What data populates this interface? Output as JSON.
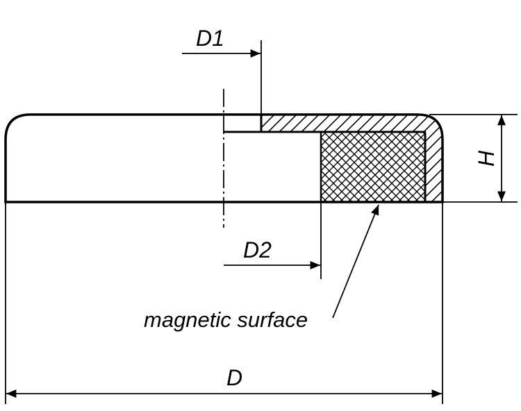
{
  "labels": {
    "d1": "D1",
    "d2": "D2",
    "h": "H",
    "d": "D",
    "magnetic_surface": "magnetic surface"
  },
  "colors": {
    "line": "#000000",
    "background": "#ffffff"
  }
}
